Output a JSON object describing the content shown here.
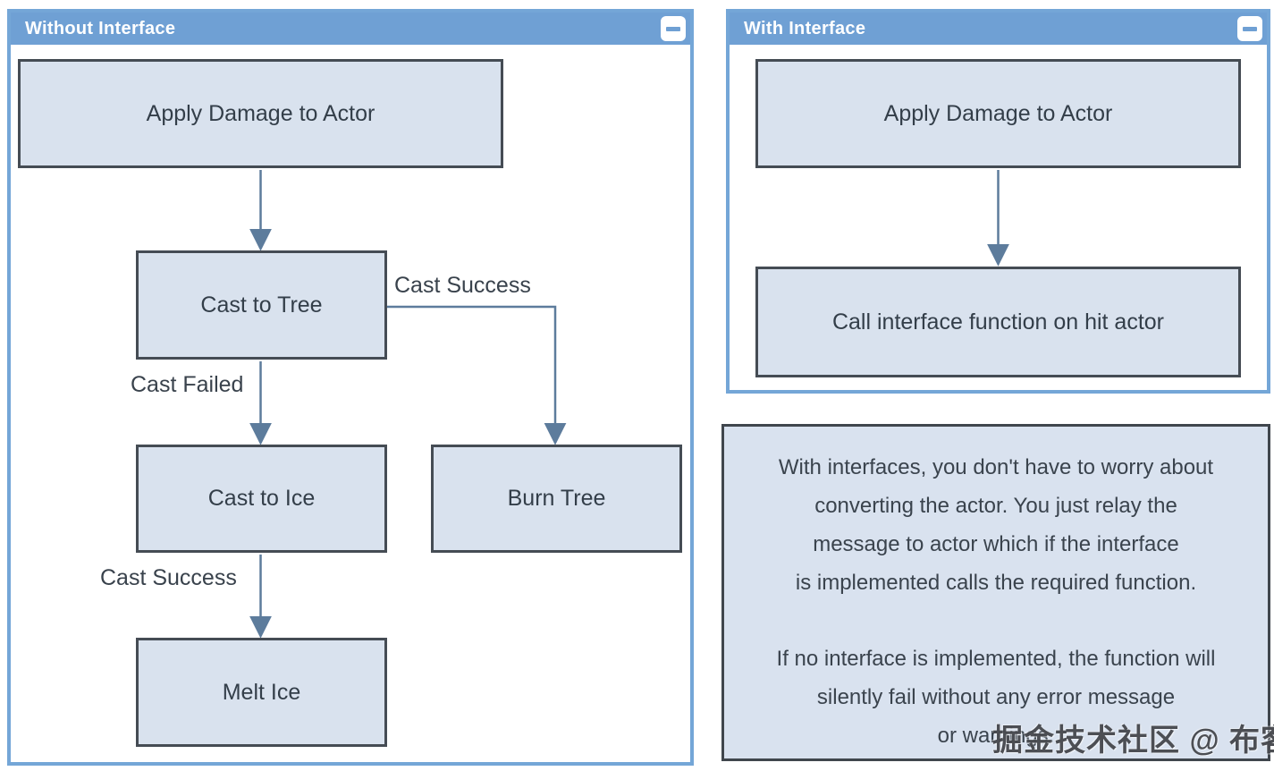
{
  "left_panel": {
    "title": "Without Interface",
    "nodes": [
      {
        "label": "Apply Damage to Actor"
      },
      {
        "label": "Cast to Tree"
      },
      {
        "label": "Cast to Ice"
      },
      {
        "label": "Burn Tree"
      },
      {
        "label": "Melt Ice"
      }
    ],
    "edge_labels": [
      {
        "text": "Cast Success"
      },
      {
        "text": "Cast Failed"
      },
      {
        "text": "Cast Success"
      }
    ]
  },
  "right_panel": {
    "title": "With Interface",
    "nodes": [
      {
        "label": "Apply Damage to Actor"
      },
      {
        "label": "Call interface function on hit actor"
      }
    ]
  },
  "note_panel": {
    "p1_lines": [
      "With interfaces, you don't have to worry about",
      "converting the actor. You just relay the",
      "message to actor which if the interface",
      "is implemented calls the required function."
    ],
    "p2_lines": [
      "If no interface is implemented, the function will",
      "silently fail without any error message",
      "or warnings."
    ]
  },
  "watermark": {
    "text": "掘金技术社区 @ 布客飞龙"
  },
  "colors": {
    "panel_blue": "#6fa0d4",
    "panel_border": "#74a6d7",
    "node_fill": "#d9e2ee",
    "node_border": "#454c54",
    "arrow": "#5d7c9c",
    "text": "#333e49"
  }
}
